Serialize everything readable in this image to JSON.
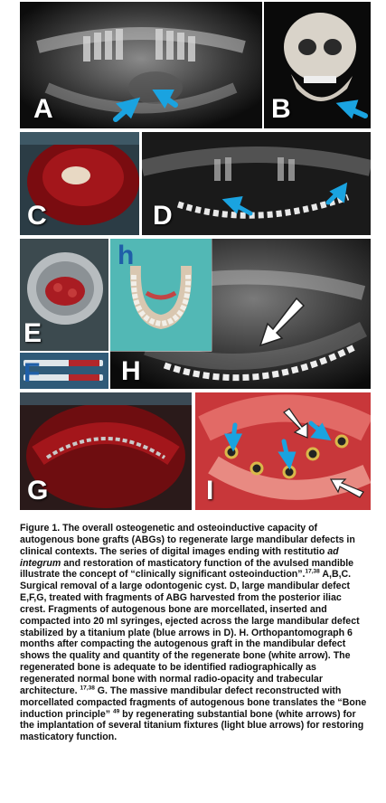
{
  "panels": {
    "a": "A",
    "b": "B",
    "c": "C",
    "d": "D",
    "e": "E",
    "h_small": "h",
    "f": "F",
    "h": "H",
    "g": "G",
    "i": "I"
  },
  "colors": {
    "arrow_blue": "#1aa3e0",
    "xray_dark": "#111111",
    "tissue_red": "#a3161b",
    "teal_background": "#52b8b5"
  },
  "caption": {
    "figure_label": "Figure 1.",
    "part1": " The overall osteogenetic and osteoinductive capacity of autogenous bone grafts (ABGs) to regenerate large mandibular defects in clinical contexts. The series of digital images ending with restitutio ",
    "italic": "ad integrum",
    "part2": " and restoration of masticatory function of the avulsed mandible illustrate the concept of “clinically significant osteoinduction”.",
    "ref1": "17,38",
    "part3": " A,B,C. Surgical removal of a large odontogenic cyst. D, large mandibular defect E,F,G, treated with fragments of ABG harvested from the posterior iliac crest. Fragments of autogenous bone are morcellated, inserted and compacted into 20 ml syringes, ejected across the large mandibular defect stabilized by a titanium plate (blue arrows in D). H. Orthopantomograph 6 months after compacting the autogenous graft in the mandibular defect shows the quality and quantity of the regenerate bone (white arrow). The regenerated bone is adequate to be identified radiographically as regenerated normal bone with normal radio-opacity and trabecular architecture. ",
    "ref2": "17,38",
    "part4": "    G. The massive mandibular defect reconstructed with morcellated compacted fragments of autogenous bone translates the “Bone induction principle” ",
    "ref3": "49",
    "part5": "  by regenerating substantial bone (white arrows) for the implantation of several titanium fixtures (light blue arrows) for restoring masticatory function."
  }
}
